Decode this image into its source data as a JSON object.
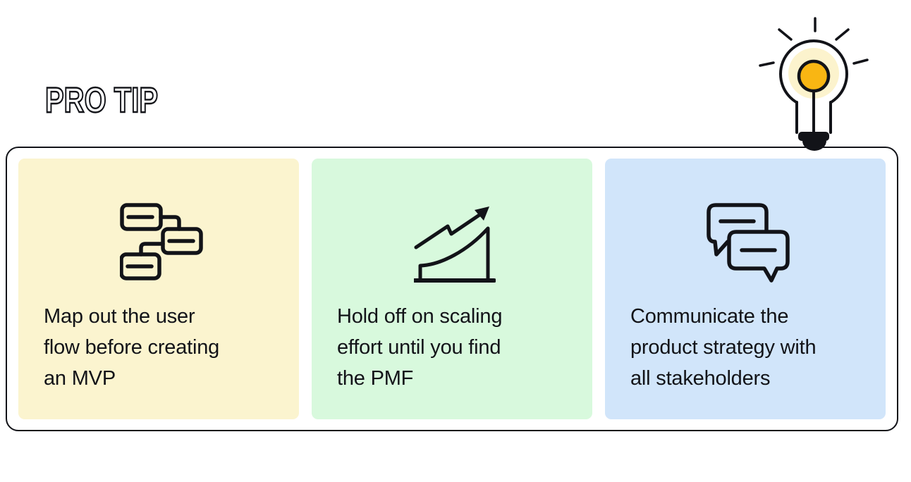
{
  "header": {
    "title": "PRO TIP",
    "decoration": "lightbulb-icon"
  },
  "cards": [
    {
      "icon": "flowchart-icon",
      "text": "Map out the user\nflow before creating\nan MVP"
    },
    {
      "icon": "growth-arrow-icon",
      "text": "Hold off on scaling\neffort until you find\nthe PMF"
    },
    {
      "icon": "chat-bubbles-icon",
      "text": "Communicate the\nproduct strategy with\nall stakeholders"
    }
  ],
  "colors": {
    "ink": "#121318",
    "card_yellow": "#FBF4CF",
    "card_green": "#D8F9DD",
    "card_blue": "#D1E5FA",
    "bulb_orange": "#F9B613",
    "bulb_glow": "#FCF3CD"
  }
}
